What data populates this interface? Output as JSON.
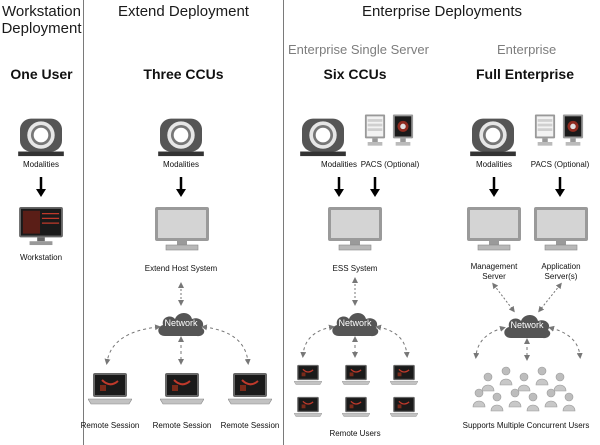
{
  "columns": {
    "workstation": {
      "header": "Workstation\nDeployment",
      "caption": "One User",
      "modalities": "Modalities",
      "workstation": "Workstation"
    },
    "extend": {
      "header": "Extend Deployment",
      "caption": "Three CCUs",
      "modalities": "Modalities",
      "host": "Extend Host System",
      "network": "Network",
      "remote_sessions": [
        "Remote Session",
        "Remote Session",
        "Remote Session"
      ]
    },
    "enterprise": {
      "header": "Enterprise Deployments",
      "single_server": {
        "subheader": "Enterprise Single Server",
        "caption": "Six CCUs",
        "modalities": "Modalities",
        "pacs": "PACS (Optional)",
        "server": "ESS System",
        "network": "Network",
        "users_label": "Remote Users"
      },
      "full": {
        "subheader": "Enterprise",
        "caption": "Full Enterprise",
        "modalities": "Modalities",
        "pacs": "PACS (Optional)",
        "management": "Management\nServer",
        "application": "Application\nServer(s)",
        "network": "Network",
        "users_label": "Supports Multiple Concurrent Users"
      }
    }
  },
  "colors": {
    "divider": "#7a7a7a",
    "subheader": "#7d7d7d",
    "monitor_frame": "#9a9a9a",
    "monitor_screen": "#d4d4d4",
    "scanner": "#555555",
    "cloud": "#555555",
    "user_figure": "#bdbdbd"
  }
}
